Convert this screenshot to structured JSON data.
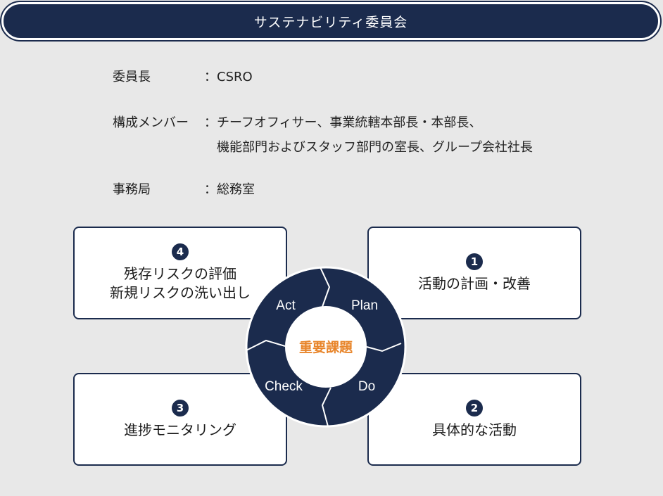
{
  "header": {
    "title": "サステナビリティ委員会"
  },
  "info": {
    "chair": {
      "label": "委員長",
      "colon": "：",
      "value": "CSRO"
    },
    "members": {
      "label": "構成メンバー",
      "colon": "：",
      "value_line1": "チーフオフィサー、事業統轄本部長・本部長、",
      "value_line2": "機能部門およびスタッフ部門の室長、グループ会社社長"
    },
    "secretariat": {
      "label": "事務局",
      "colon": "：",
      "value": "総務室"
    }
  },
  "cycle": {
    "center": "重要課題",
    "center_color": "#e8852a",
    "ring_color": "#1b2b4d",
    "segments": {
      "act": "Act",
      "plan": "Plan",
      "do": "Do",
      "check": "Check"
    }
  },
  "boxes": {
    "b1": {
      "num": "1",
      "line1": "活動の計画・改善"
    },
    "b2": {
      "num": "2",
      "line1": "具体的な活動"
    },
    "b3": {
      "num": "3",
      "line1": "進捗モニタリング"
    },
    "b4": {
      "num": "4",
      "line1": "残存リスクの評価",
      "line2": "新規リスクの洗い出し"
    }
  }
}
